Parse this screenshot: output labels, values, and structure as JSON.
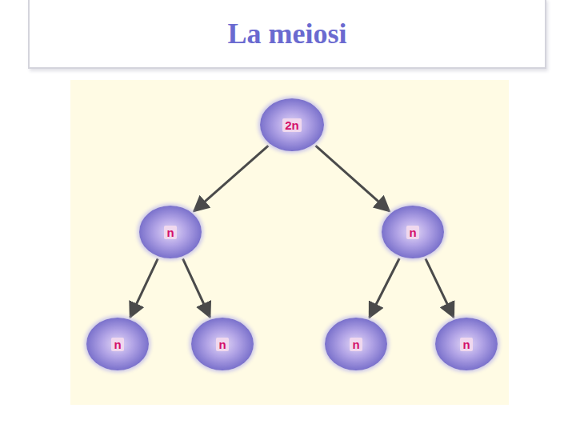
{
  "diagram": {
    "title": "La meiosi",
    "nodes": [
      {
        "text": [
          "2n"
        ]
      },
      {
        "text": [
          "n"
        ]
      },
      {
        "text": [
          "n"
        ]
      },
      {
        "text": [
          "n"
        ]
      },
      {
        "text": [
          "n"
        ]
      },
      {
        "text": [
          "n"
        ]
      },
      {
        "text": [
          "n"
        ]
      }
    ],
    "edges": [
      {
        "from": 0,
        "to": 1,
        "arrow": "to"
      },
      {
        "from": 0,
        "to": 2,
        "arrow": "to"
      },
      {
        "from": 1,
        "to": 3,
        "arrow": "to"
      },
      {
        "from": 1,
        "to": 4,
        "arrow": "to"
      },
      {
        "from": 2,
        "to": 5,
        "arrow": "to"
      },
      {
        "from": 2,
        "to": 6,
        "arrow": "to"
      }
    ]
  }
}
